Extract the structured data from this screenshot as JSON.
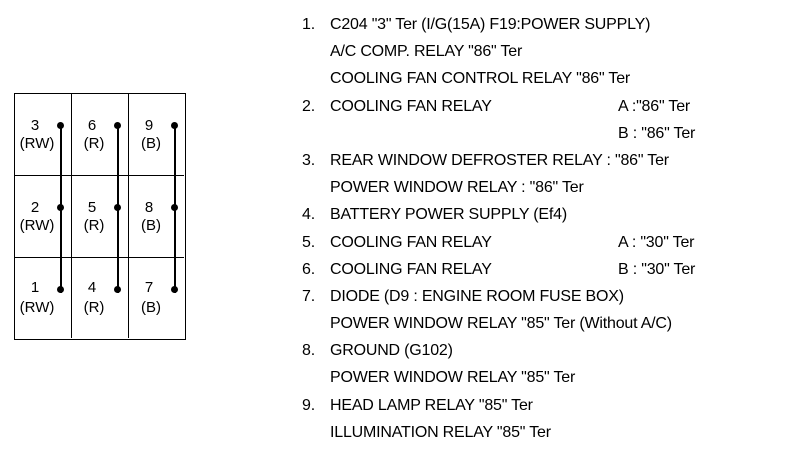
{
  "connector": {
    "cells": [
      {
        "num": "3",
        "color": "(RW)"
      },
      {
        "num": "6",
        "color": "(R)"
      },
      {
        "num": "9",
        "color": "(B)"
      },
      {
        "num": "2",
        "color": "(RW)"
      },
      {
        "num": "5",
        "color": "(R)"
      },
      {
        "num": "8",
        "color": "(B)"
      },
      {
        "num": "1",
        "color": "(RW)"
      },
      {
        "num": "4",
        "color": "(R)"
      },
      {
        "num": "7",
        "color": "(B)"
      }
    ]
  },
  "legend": [
    {
      "num": "1.",
      "text": "C204 \"3\" Ter (I/G(15A) F19:POWER SUPPLY)"
    },
    {
      "num": "",
      "text": "A/C COMP. RELAY \"86\" Ter"
    },
    {
      "num": "",
      "text": "COOLING FAN CONTROL RELAY \"86\" Ter"
    },
    {
      "num": "2.",
      "text": "COOLING FAN RELAY",
      "side": "A :\"86\" Ter"
    },
    {
      "num": "",
      "text": "",
      "side": "B : \"86\" Ter"
    },
    {
      "num": "3.",
      "text": "REAR WINDOW DEFROSTER RELAY : \"86\" Ter"
    },
    {
      "num": "",
      "text": "POWER WINDOW RELAY : \"86\" Ter"
    },
    {
      "num": "4.",
      "text": "BATTERY POWER SUPPLY (Ef4)"
    },
    {
      "num": "5.",
      "text": "COOLING FAN RELAY",
      "side": "A : \"30\" Ter"
    },
    {
      "num": "6.",
      "text": "COOLING FAN RELAY",
      "side": "B : \"30\" Ter"
    },
    {
      "num": "7.",
      "text": "DIODE (D9 : ENGINE ROOM FUSE BOX)"
    },
    {
      "num": "",
      "text": "POWER WINDOW RELAY \"85\" Ter (Without A/C)"
    },
    {
      "num": "8.",
      "text": "GROUND (G102)"
    },
    {
      "num": "",
      "text": "POWER WINDOW RELAY \"85\" Ter"
    },
    {
      "num": "9.",
      "text": "HEAD LAMP RELAY \"85\" Ter"
    },
    {
      "num": "",
      "text": "ILLUMINATION RELAY \"85\" Ter"
    }
  ]
}
